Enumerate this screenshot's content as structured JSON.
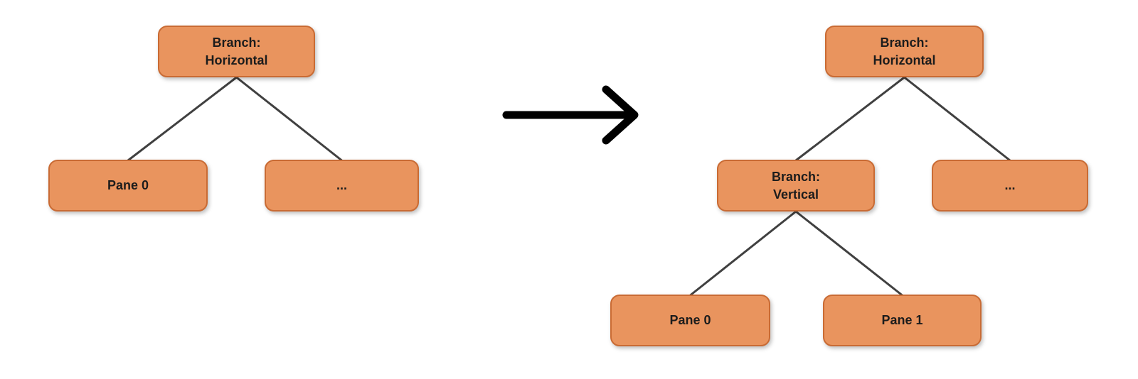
{
  "diagram": {
    "description": "Split-tree transformation diagram: before and after splitting a pane",
    "colors": {
      "background": "#FFFFFF",
      "node_fill": "#E9945E",
      "node_border": "#C96B34",
      "node_text": "#1C1C1C",
      "edge": "#404040",
      "arrow": "#000000"
    },
    "before": {
      "nodes": [
        {
          "id": "root",
          "label": "Branch:\nHorizontal"
        },
        {
          "id": "pane0",
          "label": "Pane 0"
        },
        {
          "id": "ellipsis",
          "label": "..."
        }
      ],
      "edges": [
        {
          "from": "root",
          "to": "pane0"
        },
        {
          "from": "root",
          "to": "ellipsis"
        }
      ]
    },
    "after": {
      "nodes": [
        {
          "id": "root",
          "label": "Branch:\nHorizontal"
        },
        {
          "id": "branch_vertical",
          "label": "Branch:\nVertical"
        },
        {
          "id": "ellipsis",
          "label": "..."
        },
        {
          "id": "pane0",
          "label": "Pane 0"
        },
        {
          "id": "pane1",
          "label": "Pane 1"
        }
      ],
      "edges": [
        {
          "from": "root",
          "to": "branch_vertical"
        },
        {
          "from": "root",
          "to": "ellipsis"
        },
        {
          "from": "branch_vertical",
          "to": "pane0"
        },
        {
          "from": "branch_vertical",
          "to": "pane1"
        }
      ]
    },
    "arrow": {
      "icon": "right-arrow",
      "meaning": "transforms into"
    }
  }
}
